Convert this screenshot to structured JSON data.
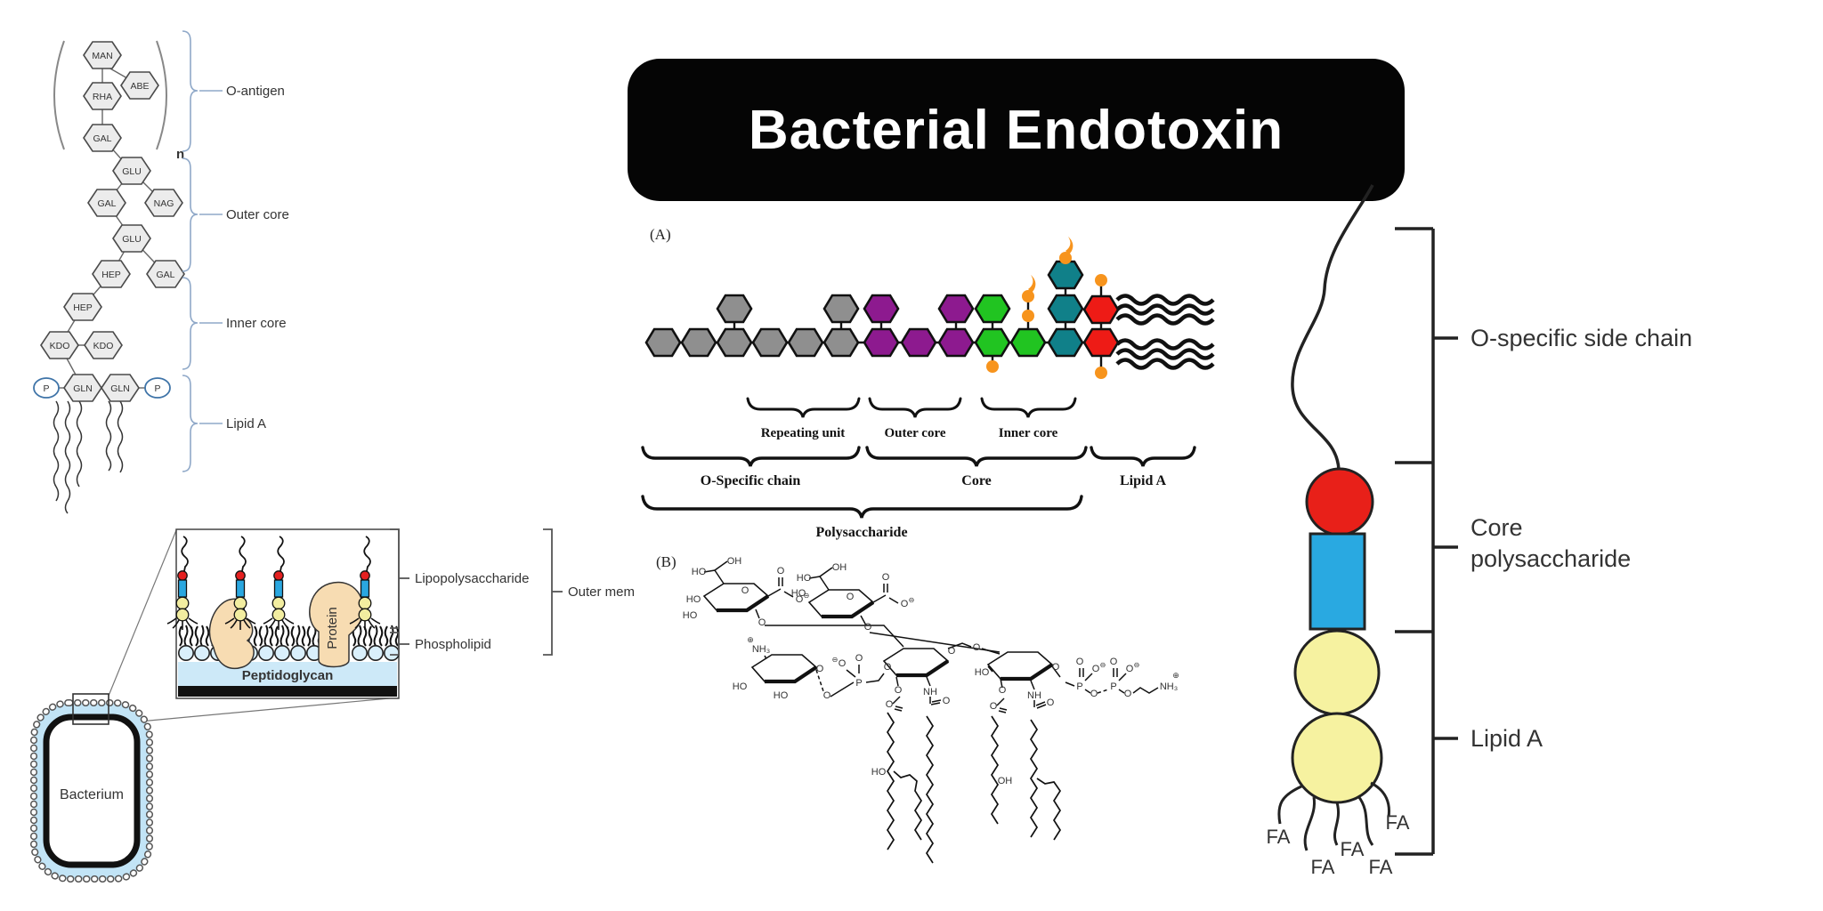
{
  "title": {
    "text": "Bacterial Endotoxin"
  },
  "left_diagram": {
    "nodes": {
      "man": "MAN",
      "abe": "ABE",
      "rha": "RHA",
      "gal1": "GAL",
      "glu1": "GLU",
      "gal2": "GAL",
      "nag": "NAG",
      "glu2": "GLU",
      "hep1": "HEP",
      "gal3": "GAL",
      "hep2": "HEP",
      "kdo1": "KDO",
      "kdo2": "KDO",
      "p1": "P",
      "gln1": "GLN",
      "gln2": "GLN",
      "p2": "P",
      "repeat_subscript": "n"
    },
    "section_labels": {
      "o_antigen": "O-antigen",
      "outer_core": "Outer core",
      "inner_core": "Inner core",
      "lipid_a": "Lipid A"
    }
  },
  "panel_a": {
    "tag": "(A)",
    "brace_labels_row1": {
      "repeating_unit": "Repeating unit",
      "outer_core": "Outer core",
      "inner_core": "Inner core"
    },
    "brace_labels_row2": {
      "o_specific_chain": "O-Specific chain",
      "core": "Core",
      "lipid_a": "Lipid A"
    },
    "brace_labels_row3": {
      "polysaccharide": "Polysaccharide"
    },
    "colors": {
      "gray": "#8f8f8f",
      "purple": "#8d1a8f",
      "green": "#21c421",
      "teal": "#108089",
      "red": "#ee1b16",
      "orange": "#f7941d"
    }
  },
  "panel_b": {
    "tag": "(B)",
    "atoms": {
      "ho": "HO",
      "oh": "OH",
      "o": "O",
      "p": "P",
      "nh": "NH",
      "nh3": "NH₃",
      "plus": "⊕",
      "minus": "⊖"
    }
  },
  "membrane_diagram": {
    "labels": {
      "lipopolysaccharide": "Lipopolysaccharide",
      "phospholipid": "Phospholipid",
      "outer_membrane": "Outer mem",
      "peptidoglycan": "Peptidoglycan",
      "protein": "Protein",
      "bacterium": "Bacterium"
    },
    "colors": {
      "protein": "#f7dcb2",
      "peptidoglycan": "#cde9f8",
      "membrane_blue": "#c2e4f6",
      "lps_red": "#e42020",
      "lps_blue": "#2aa7e0",
      "lps_yellow": "#f2eda0",
      "head_blue": "#d9effb"
    }
  },
  "right_diagram": {
    "labels": {
      "o_specific_side_chain": "O-specific side chain",
      "core_line1": "Core",
      "core_line2": "polysaccharide",
      "lipid_a": "Lipid A",
      "fatty_acid": "FA"
    },
    "colors": {
      "red": "#e82019",
      "blue": "#29a9e1",
      "yellow": "#f6f2a0"
    }
  }
}
